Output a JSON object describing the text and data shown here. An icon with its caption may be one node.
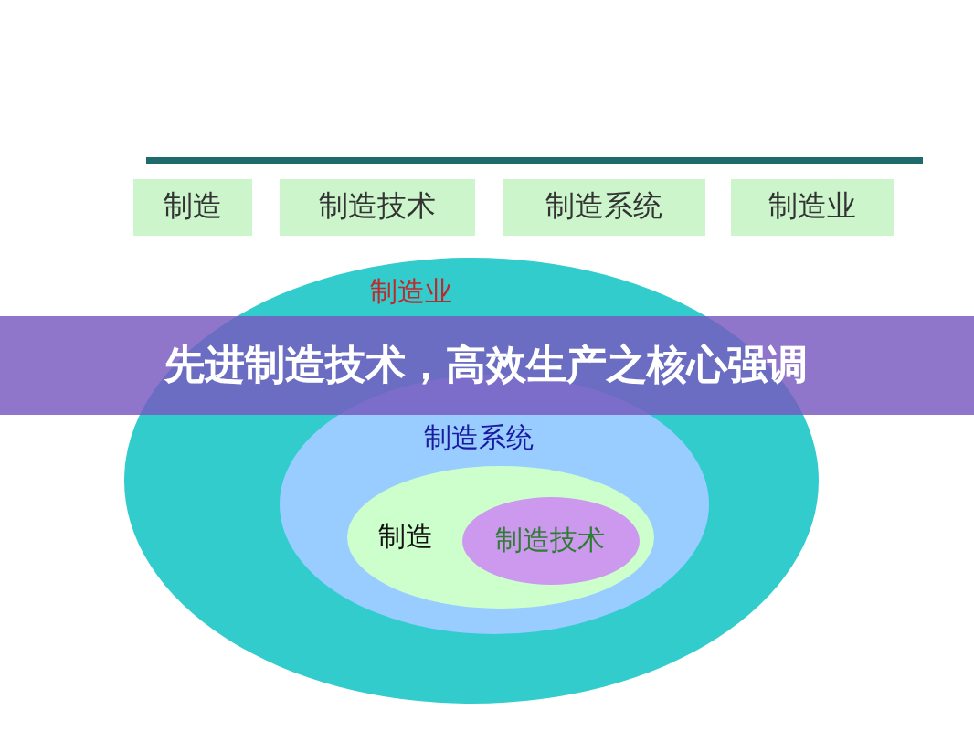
{
  "diagram": {
    "title": "先进制造技术，高效生产之核心强调",
    "nodes": [
      {
        "text": [
          "制造"
        ]
      },
      {
        "text": [
          "制造技术"
        ]
      },
      {
        "text": [
          "制造系统"
        ]
      },
      {
        "text": [
          "制造业"
        ]
      },
      {
        "text": [
          "制造业"
        ]
      },
      {
        "text": [
          "制造系统"
        ],
        "in": 4
      },
      {
        "text": [
          "制造"
        ],
        "in": 5
      },
      {
        "text": [
          "制造技术"
        ],
        "in": 6
      }
    ]
  }
}
